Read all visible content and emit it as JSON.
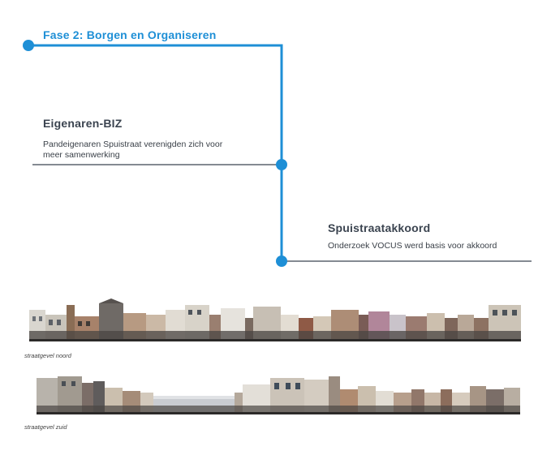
{
  "phase": {
    "title": "Fase 2: Borgen en Organiseren",
    "accent_color": "#1e8fd6",
    "line_color": "#3b4450"
  },
  "milestones": [
    {
      "title": "Eigenaren-BIZ",
      "description": "Pandeigenaren Spuistraat verenigden zich voor meer samenwerking"
    },
    {
      "title": "Spuistraatakkoord",
      "description": "Onderzoek VOCUS werd basis voor akkoord"
    }
  ],
  "streetscapes": [
    {
      "caption": "straatgevel noord",
      "image": "street-facade-photo-north"
    },
    {
      "caption": "straatgevel zuid",
      "image": "street-facade-photo-south"
    }
  ]
}
